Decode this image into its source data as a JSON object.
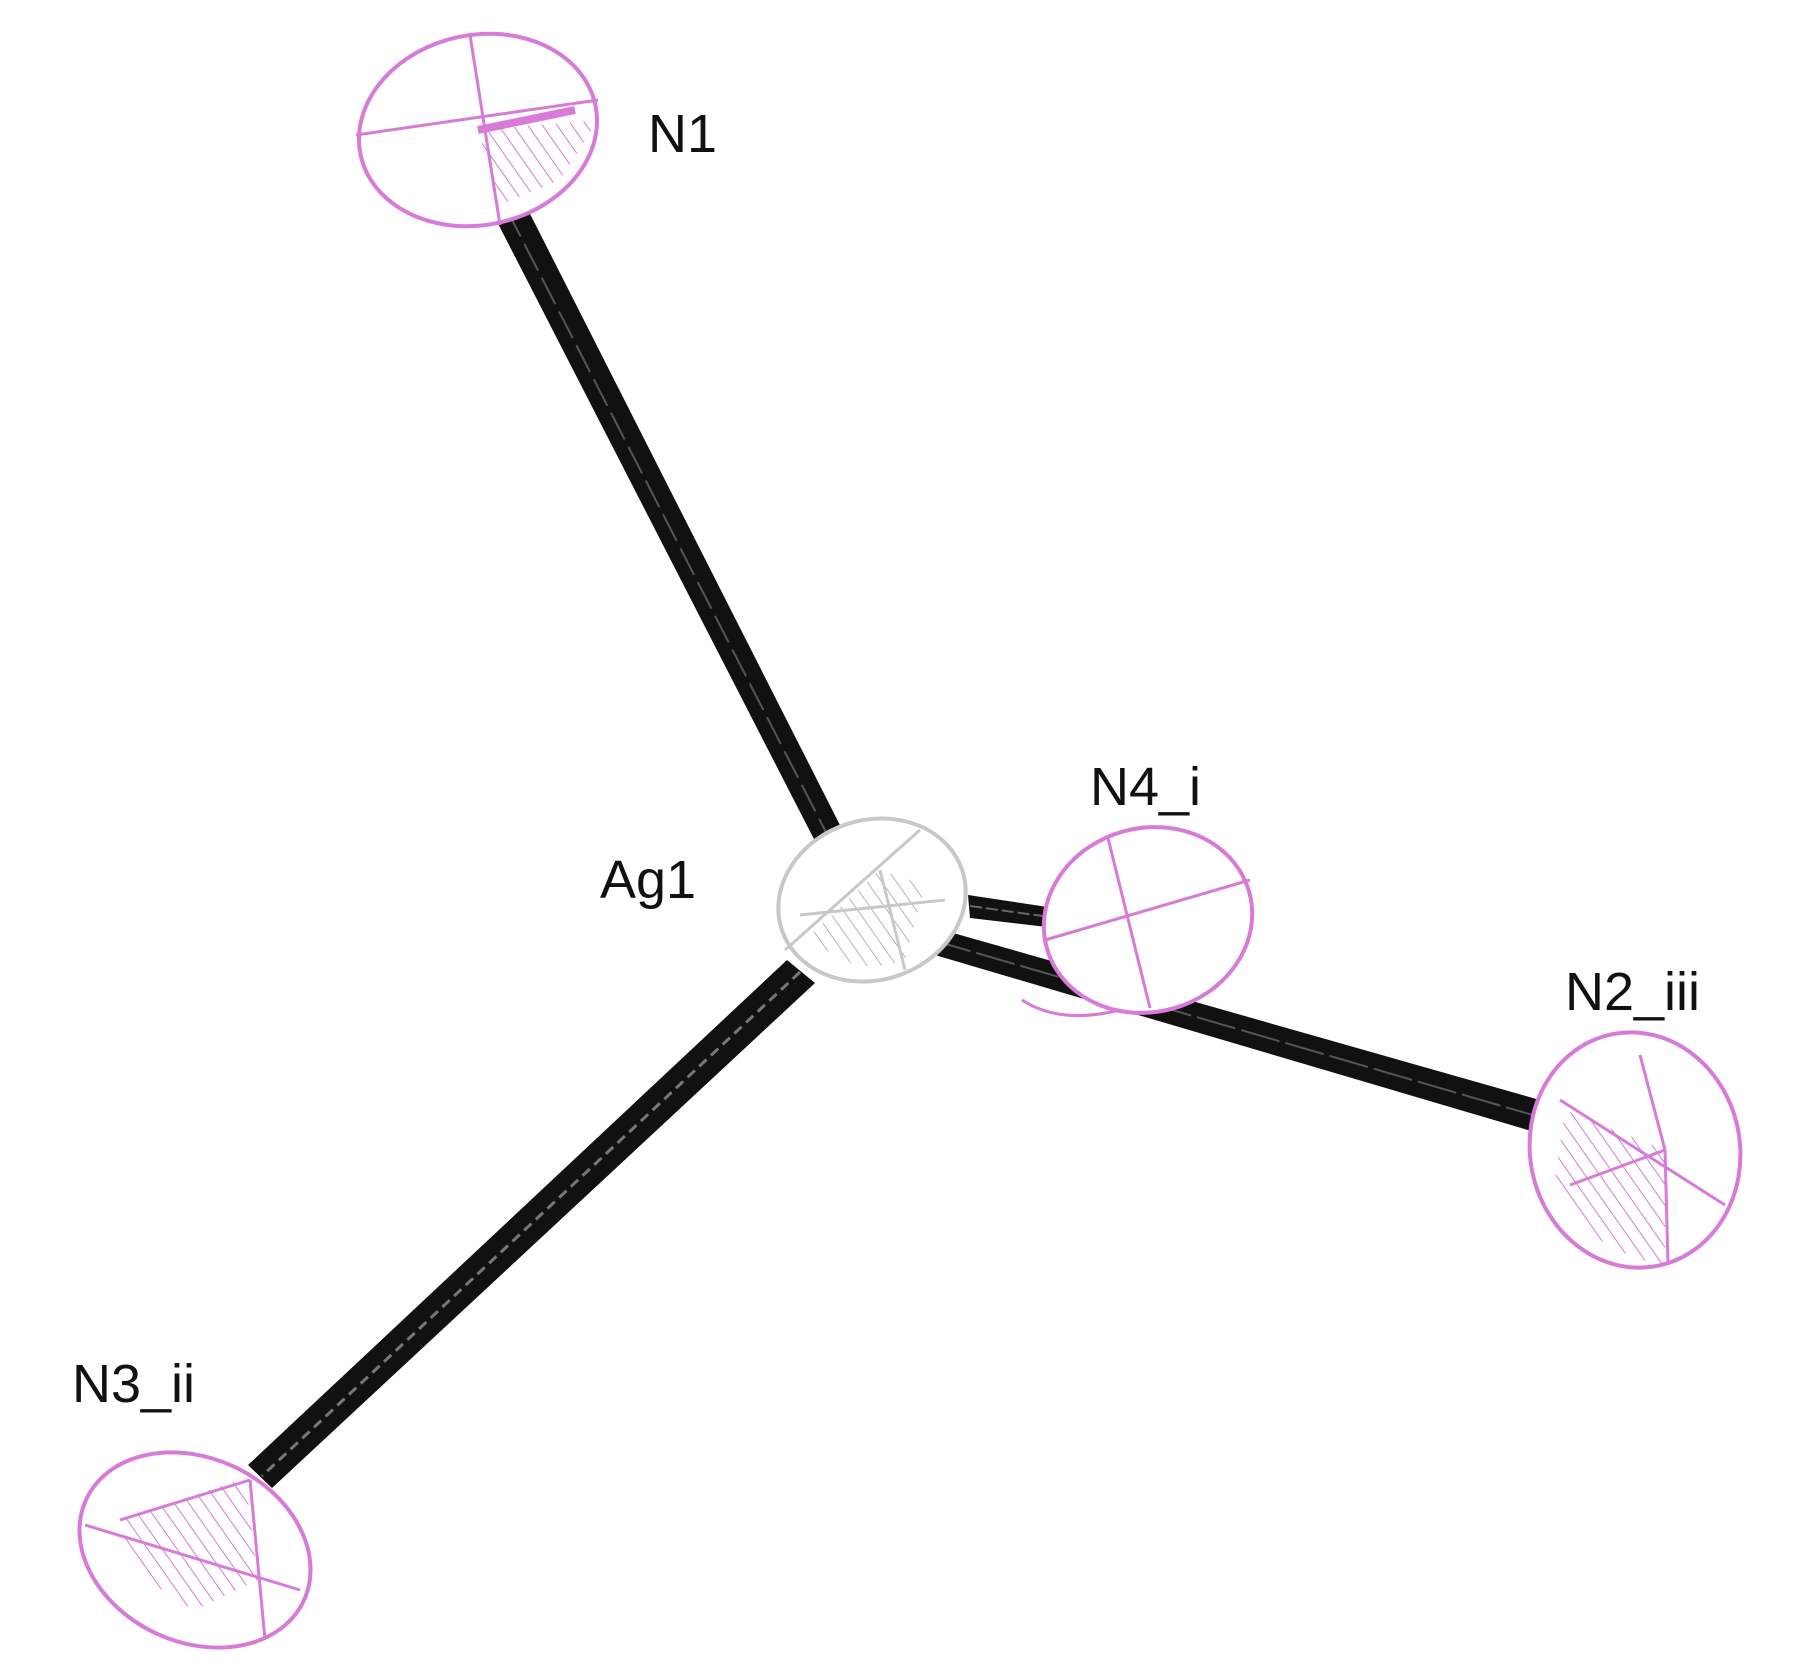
{
  "colors": {
    "nitrogen": "#d77ad8",
    "silver": "#c8c8c8",
    "bond": "#111111",
    "background": "#ffffff"
  },
  "atoms": [
    {
      "id": "N1",
      "label": "N1",
      "element": "N"
    },
    {
      "id": "Ag1",
      "label": "Ag1",
      "element": "Ag"
    },
    {
      "id": "N4_i",
      "label": "N4_i",
      "element": "N"
    },
    {
      "id": "N2_iii",
      "label": "N2_iii",
      "element": "N"
    },
    {
      "id": "N3_ii",
      "label": "N3_ii",
      "element": "N"
    }
  ],
  "bonds": [
    {
      "from": "Ag1",
      "to": "N1"
    },
    {
      "from": "Ag1",
      "to": "N4_i"
    },
    {
      "from": "Ag1",
      "to": "N2_iii"
    },
    {
      "from": "Ag1",
      "to": "N3_ii"
    }
  ]
}
